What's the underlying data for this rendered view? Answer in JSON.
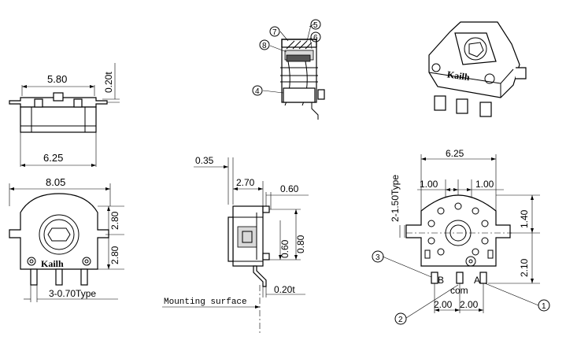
{
  "drawing": {
    "labels": {
      "top_width": "5.80",
      "top_thickness": "0.20t",
      "side_width": "6.25",
      "front_width": "8.05",
      "front_h_top": "2.80",
      "front_h_bottom": "2.80",
      "pin_callout": "3-0.70Type",
      "logo": "Kailh",
      "side_a": "0.35",
      "side_b": "2.70",
      "side_c": "0.60",
      "side_d1": "0.60",
      "side_d2": "0.80",
      "side_t": "0.20t",
      "mounting": "Mounting surface",
      "fp_width": "6.25",
      "fp_left_gap": "1.00",
      "fp_right_gap": "1.00",
      "fp_hole": "2-1.50Type",
      "fp_top": "1.40",
      "fp_bottom": "2.10",
      "fp_pitch1": "2.00",
      "fp_pitch2": "2.00",
      "pin_b": "B",
      "pin_a": "A",
      "pin_com": "com"
    },
    "callouts": [
      "1",
      "2",
      "3",
      "4",
      "5",
      "6",
      "7",
      "8"
    ]
  }
}
